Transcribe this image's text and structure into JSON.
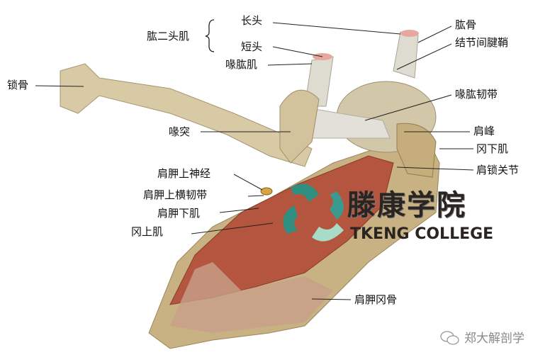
{
  "labels": {
    "long_head": "长头",
    "biceps": "肱二头肌",
    "short_head": "短头",
    "coracobrachialis": "喙肱肌",
    "clavicle": "锁骨",
    "coracoid": "喙突",
    "suprascapular_nerve": "肩胛上神经",
    "superior_transverse_ligament": "肩胛上横韧带",
    "subscapularis": "肩胛下肌",
    "supraspinatus": "冈上肌",
    "humerus": "肱骨",
    "intertubercular_sheath": "结节间腱鞘",
    "coracohumeral_ligament": "喙肱韧带",
    "acromion": "肩峰",
    "infraspinatus": "冈下肌",
    "acromioclavicular_joint": "肩锁关节",
    "scapular_spine": "肩胛冈骨"
  },
  "watermark": {
    "cn": "滕康学院",
    "en": "TKENG COLLEGE"
  },
  "source": "郑大解剖学",
  "colors": {
    "bone": "#c9b48a",
    "muscle": "#b4553f",
    "tendon": "#dcdcd0",
    "logo_teal": "#2f8f80",
    "logo_light": "#a9dcc8"
  }
}
